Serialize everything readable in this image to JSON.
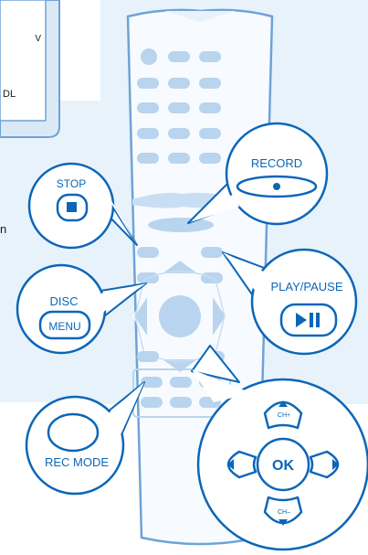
{
  "top_left_panel": {
    "fragment_top": "V",
    "fragment_bottom": "DL"
  },
  "side_fragment": "n",
  "callouts": {
    "stop": "STOP",
    "record": "RECORD",
    "disc_line1": "DISC",
    "disc_line2": "MENU",
    "play_pause": "PLAY/PAUSE",
    "rec_mode": "REC MODE",
    "ok": "OK",
    "ch_plus": "CH+",
    "ch_minus": "CH–"
  },
  "colors": {
    "background_panel": "#e8f2fb",
    "remote_body": "#f7fbff",
    "remote_outline": "#6fa3d6",
    "remote_button": "#b9d4ee",
    "callout_fill": "#ffffff",
    "callout_stroke": "#0b66b8",
    "callout_text": "#0b66b8"
  },
  "icons": {
    "stop": "stop-square-icon",
    "record": "record-dot-icon",
    "play_pause": "play-pause-icon",
    "left": "left-triangle-icon",
    "right": "right-triangle-icon",
    "up": "up-triangle-icon",
    "down": "down-triangle-icon"
  }
}
